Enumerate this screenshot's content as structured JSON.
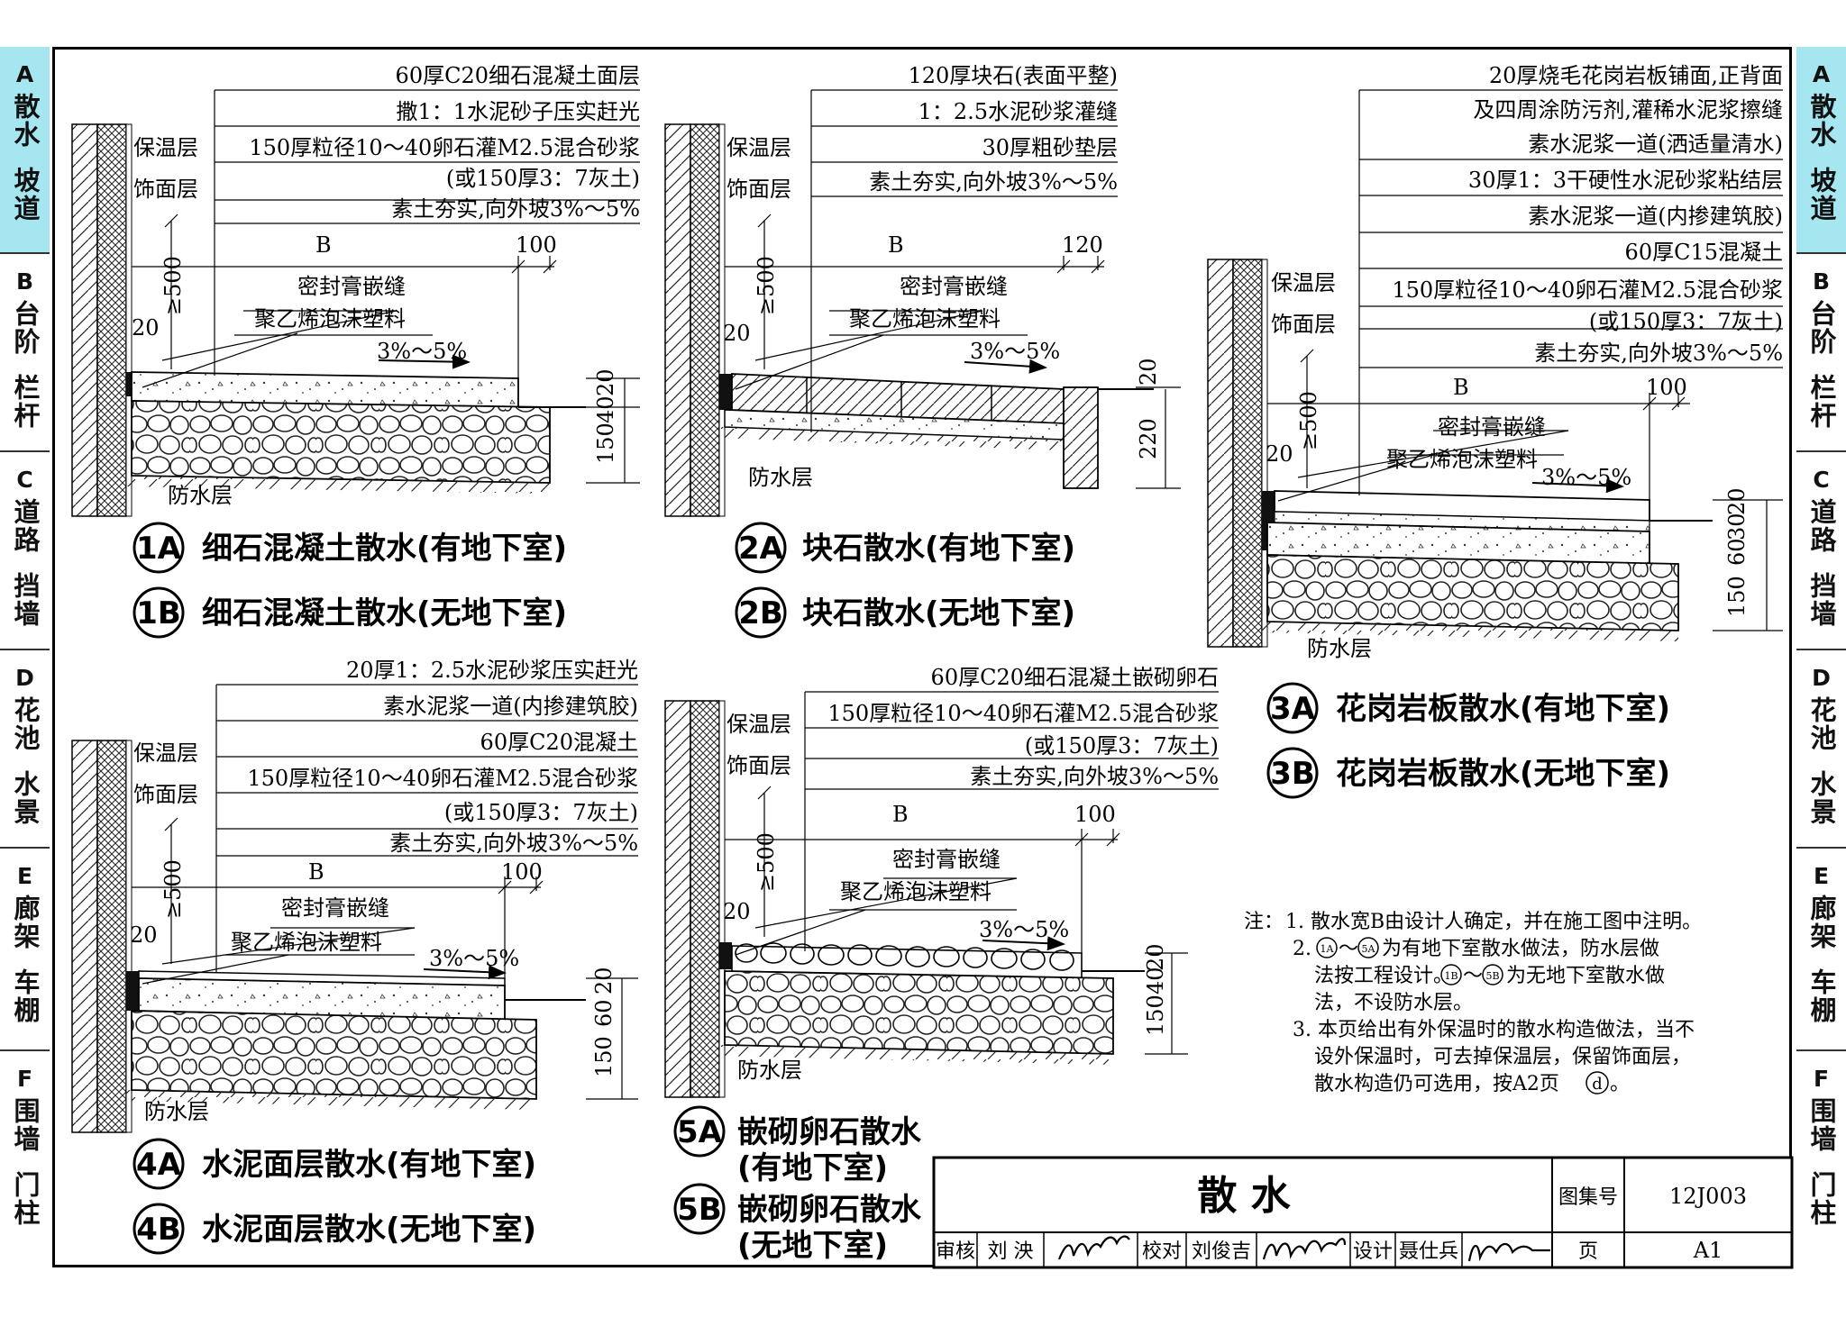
{
  "left_tabs": [
    {
      "letter": "A",
      "w1": "散水",
      "w2": "坡道",
      "active": true
    },
    {
      "letter": "B",
      "w1": "台阶",
      "w2": "栏杆",
      "active": false
    },
    {
      "letter": "C",
      "w1": "道路",
      "w2": "挡墙",
      "active": false
    },
    {
      "letter": "D",
      "w1": "花池",
      "w2": "水景",
      "active": false
    },
    {
      "letter": "E",
      "w1": "廊架",
      "w2": "车棚",
      "active": false
    },
    {
      "letter": "F",
      "w1": "围墙",
      "w2": "门柱",
      "active": false
    }
  ],
  "common": {
    "insulation": "保温层",
    "finish": "饰面层",
    "waterproof": "防水层",
    "sealant": "密封膏嵌缝",
    "foam": "聚乙烯泡沫塑料",
    "slope": "3%～5%",
    "B": "B",
    "d500": "≥500",
    "d20": "20",
    "d100": "100",
    "d120": "120",
    "d150": "150",
    "d40": "40",
    "d60": "60",
    "d220": "220",
    "d30": "30"
  },
  "detail1": {
    "layers": [
      "60厚C20细石混凝土面层",
      "撒1：1水泥砂子压实赶光",
      "150厚粒径10～40卵石灌M2.5混合砂浆",
      "(或150厚3：7灰土)",
      "素土夯实,向外坡3%～5%"
    ],
    "tagA": "1A",
    "titleA": "细石混凝土散水(有地下室)",
    "tagB": "1B",
    "titleB": "细石混凝土散水(无地下室)"
  },
  "detail2": {
    "layers": [
      "120厚块石(表面平整)",
      "1：2.5水泥砂浆灌缝",
      "30厚粗砂垫层",
      "素土夯实,向外坡3%～5%"
    ],
    "tagA": "2A",
    "titleA": "块石散水(有地下室)",
    "tagB": "2B",
    "titleB": "块石散水(无地下室)"
  },
  "detail3": {
    "layers": [
      "20厚烧毛花岗岩板铺面,正背面",
      "及四周涂防污剂,灌稀水泥浆擦缝",
      "素水泥浆一道(洒适量清水)",
      "30厚1：3干硬性水泥砂浆粘结层",
      "素水泥浆一道(内掺建筑胶)",
      "60厚C15混凝土",
      "150厚粒径10～40卵石灌M2.5混合砂浆",
      "(或150厚3：7灰土)",
      "素土夯实,向外坡3%～5%"
    ],
    "tagA": "3A",
    "titleA": "花岗岩板散水(有地下室)",
    "tagB": "3B",
    "titleB": "花岗岩板散水(无地下室)"
  },
  "detail4": {
    "layers": [
      "20厚1：2.5水泥砂浆压实赶光",
      "素水泥浆一道(内掺建筑胶)",
      "60厚C20混凝土",
      "150厚粒径10～40卵石灌M2.5混合砂浆",
      "(或150厚3：7灰土)",
      "素土夯实,向外坡3%～5%"
    ],
    "tagA": "4A",
    "titleA": "水泥面层散水(有地下室)",
    "tagB": "4B",
    "titleB": "水泥面层散水(无地下室)"
  },
  "detail5": {
    "layers": [
      "60厚C20细石混凝土嵌砌卵石",
      "150厚粒径10～40卵石灌M2.5混合砂浆",
      "(或150厚3：7灰土)",
      "素土夯实,向外坡3%～5%"
    ],
    "tagA": "5A",
    "titleA1": "嵌砌卵石散水",
    "titleA2": "(有地下室)",
    "tagB": "5B",
    "titleB1": "嵌砌卵石散水",
    "titleB2": "(无地下室)"
  },
  "notes": {
    "head": "注：",
    "n1": "1. 散水宽B由设计人确定，并在施工图中注明。",
    "n2a": "2.",
    "n2b": "为有地下室散水做法，防水层做",
    "n2c": "法按工程设计。",
    "n2d": "为无地下室散水做",
    "n2e": "法，不设防水层。",
    "n3a": "3. 本页给出有外保温时的散水构造做法，当不",
    "n3b": "设外保温时，可去掉保温层，保留饰面层，",
    "n3c": "散水构造仍可选用，按A2页",
    "n3d": "d",
    "n3e": "。",
    "tag1A": "1A",
    "tag5A": "5A",
    "tag1B": "1B",
    "tag5B": "5B",
    "tilde": "～"
  },
  "titleblock": {
    "title": "散 水",
    "atlas_label": "图集号",
    "atlas_no": "12J003",
    "page_label": "页",
    "page_no": "A1",
    "review": "审核",
    "reviewer": "刘 泱",
    "check": "校对",
    "checker": "刘俊吉",
    "design": "设计",
    "designer": "聂仕兵"
  },
  "right_tabs": [
    {
      "letter": "A",
      "w1": "散水",
      "w2": "坡道",
      "active": true
    },
    {
      "letter": "B",
      "w1": "台阶",
      "w2": "栏杆",
      "active": false
    },
    {
      "letter": "C",
      "w1": "道路",
      "w2": "挡墙",
      "active": false
    },
    {
      "letter": "D",
      "w1": "花池",
      "w2": "水景",
      "active": false
    },
    {
      "letter": "E",
      "w1": "廊架",
      "w2": "车棚",
      "active": false
    },
    {
      "letter": "F",
      "w1": "围墙",
      "w2": "门柱",
      "active": false
    }
  ]
}
